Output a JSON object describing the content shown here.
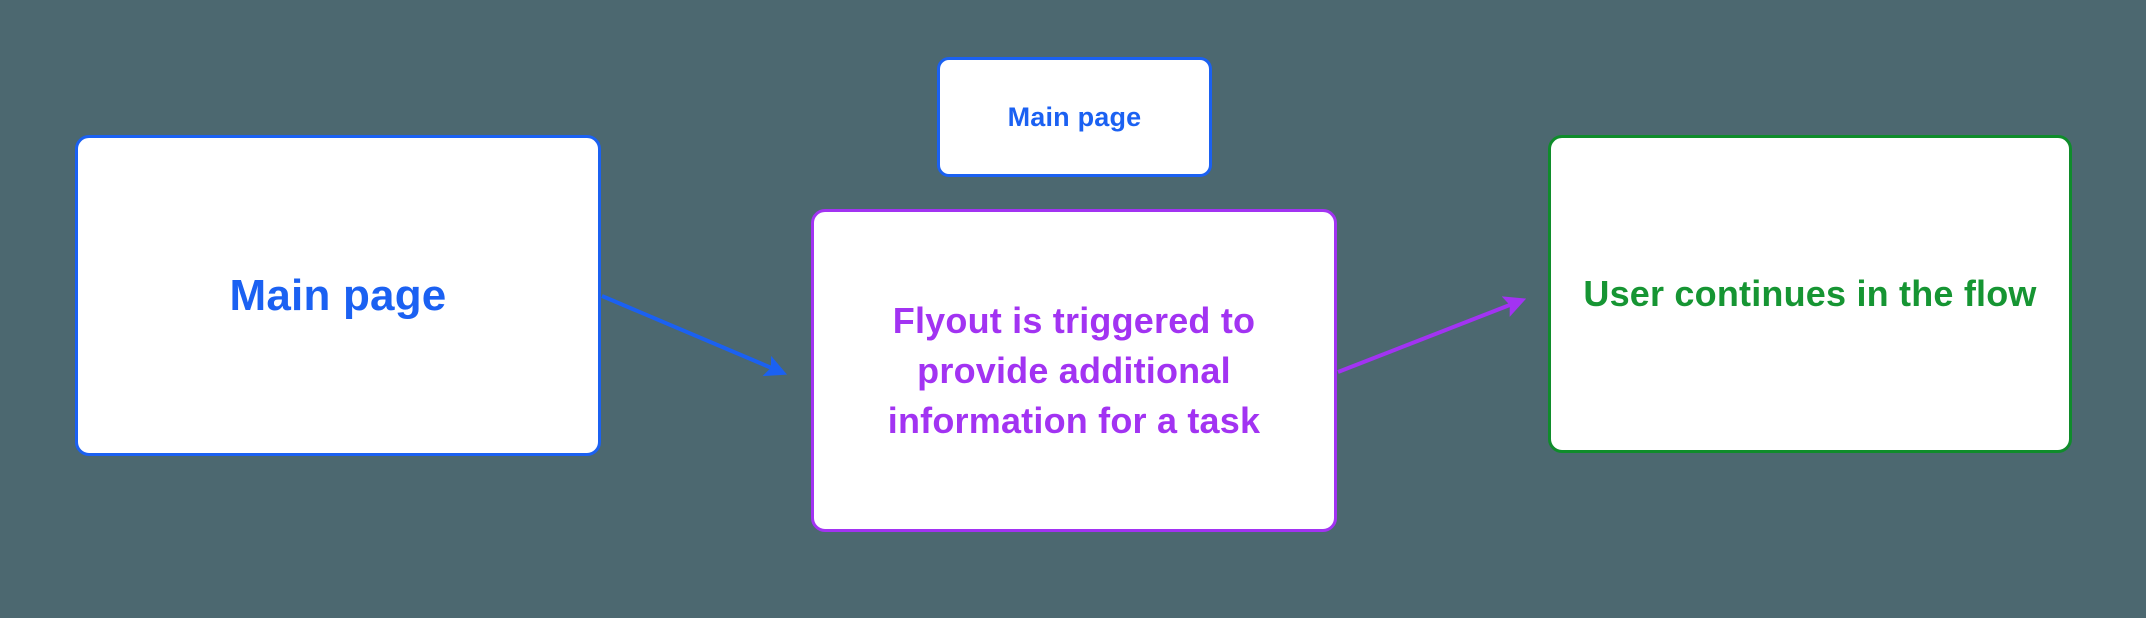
{
  "diagram": {
    "colors": {
      "background": "#4C6870",
      "blue": "#1B61F2",
      "purple": "#A233F2",
      "green-border": "#0F8C2B",
      "node-bg": "#FFFFFF"
    },
    "nodes": {
      "left": {
        "label": "Main page",
        "text_color": "#1B61F2"
      },
      "top": {
        "label": "Main page",
        "text_color": "#1B61F2"
      },
      "middle": {
        "label": "Flyout is triggered to provide additional information for a task",
        "lines": [
          "Flyout is triggered to",
          "provide additional",
          "information for a task"
        ],
        "text_color": "#A233F2"
      },
      "right": {
        "label": "User continues in the flow",
        "text_color": "#169533"
      }
    },
    "connectors": [
      {
        "from": "left",
        "to": "middle",
        "color": "#1B61F2"
      },
      {
        "from": "middle",
        "to": "right",
        "color": "#A233F2"
      }
    ]
  }
}
